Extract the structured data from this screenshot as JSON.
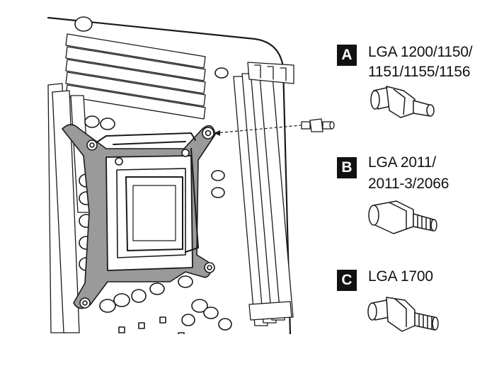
{
  "options": [
    {
      "letter": "A",
      "line1": "LGA 1200/1150/",
      "line2": "1151/1155/1156"
    },
    {
      "letter": "B",
      "line1": "LGA 2011/",
      "line2": "2011-3/2066"
    },
    {
      "letter": "C",
      "line1": "LGA 1700",
      "line2": ""
    }
  ],
  "colors": {
    "line": "#1a1a1a",
    "backplate": "#9a9a9a",
    "badge": "#111111"
  }
}
